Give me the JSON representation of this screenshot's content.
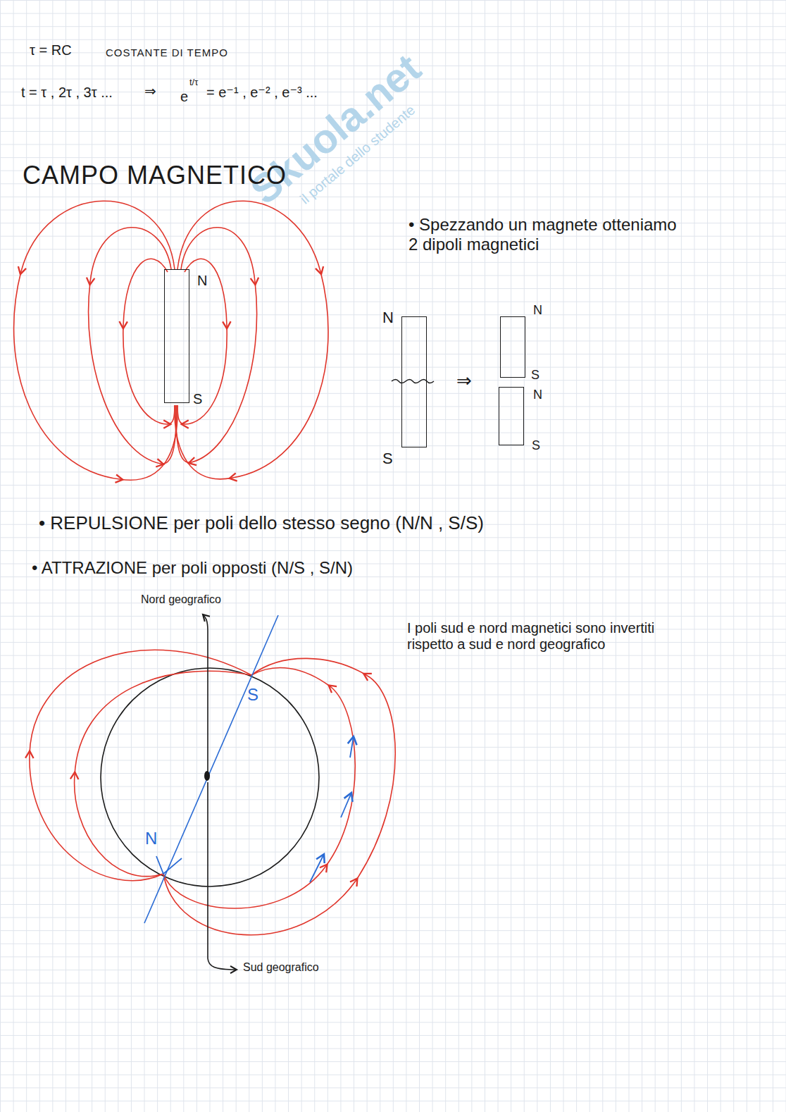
{
  "diagram": {
    "nodes": [
      {
        "text": [
          "N",
          "S"
        ]
      },
      {
        "text": [
          "N",
          "S"
        ]
      },
      {
        "text": [
          "N",
          "S"
        ]
      },
      {
        "text": [
          "N",
          "S"
        ]
      }
    ],
    "labels": [
      "τ = RC",
      "COSTANTE DI TEMPO",
      "t = τ , 2τ , 3τ ...",
      "⇒",
      "e",
      "t/τ",
      "= e⁻¹ , e⁻² , e⁻³ ...",
      "CAMPO MAGNETICO",
      "• Spezzando un magnete otteniamo 2 dipoli magnetici",
      "• REPULSIONE per poli dello stesso segno (N/N , S/S)",
      "• ATTRAZIONE per poli opposti (N/S , S/N)",
      "Nord geografico",
      "Sud geografico",
      "S",
      "N",
      "I poli sud e nord magnetici sono invertiti rispetto a sud e nord geografico",
      "Skuola.net",
      "il portale dello studente",
      "⇒"
    ]
  }
}
